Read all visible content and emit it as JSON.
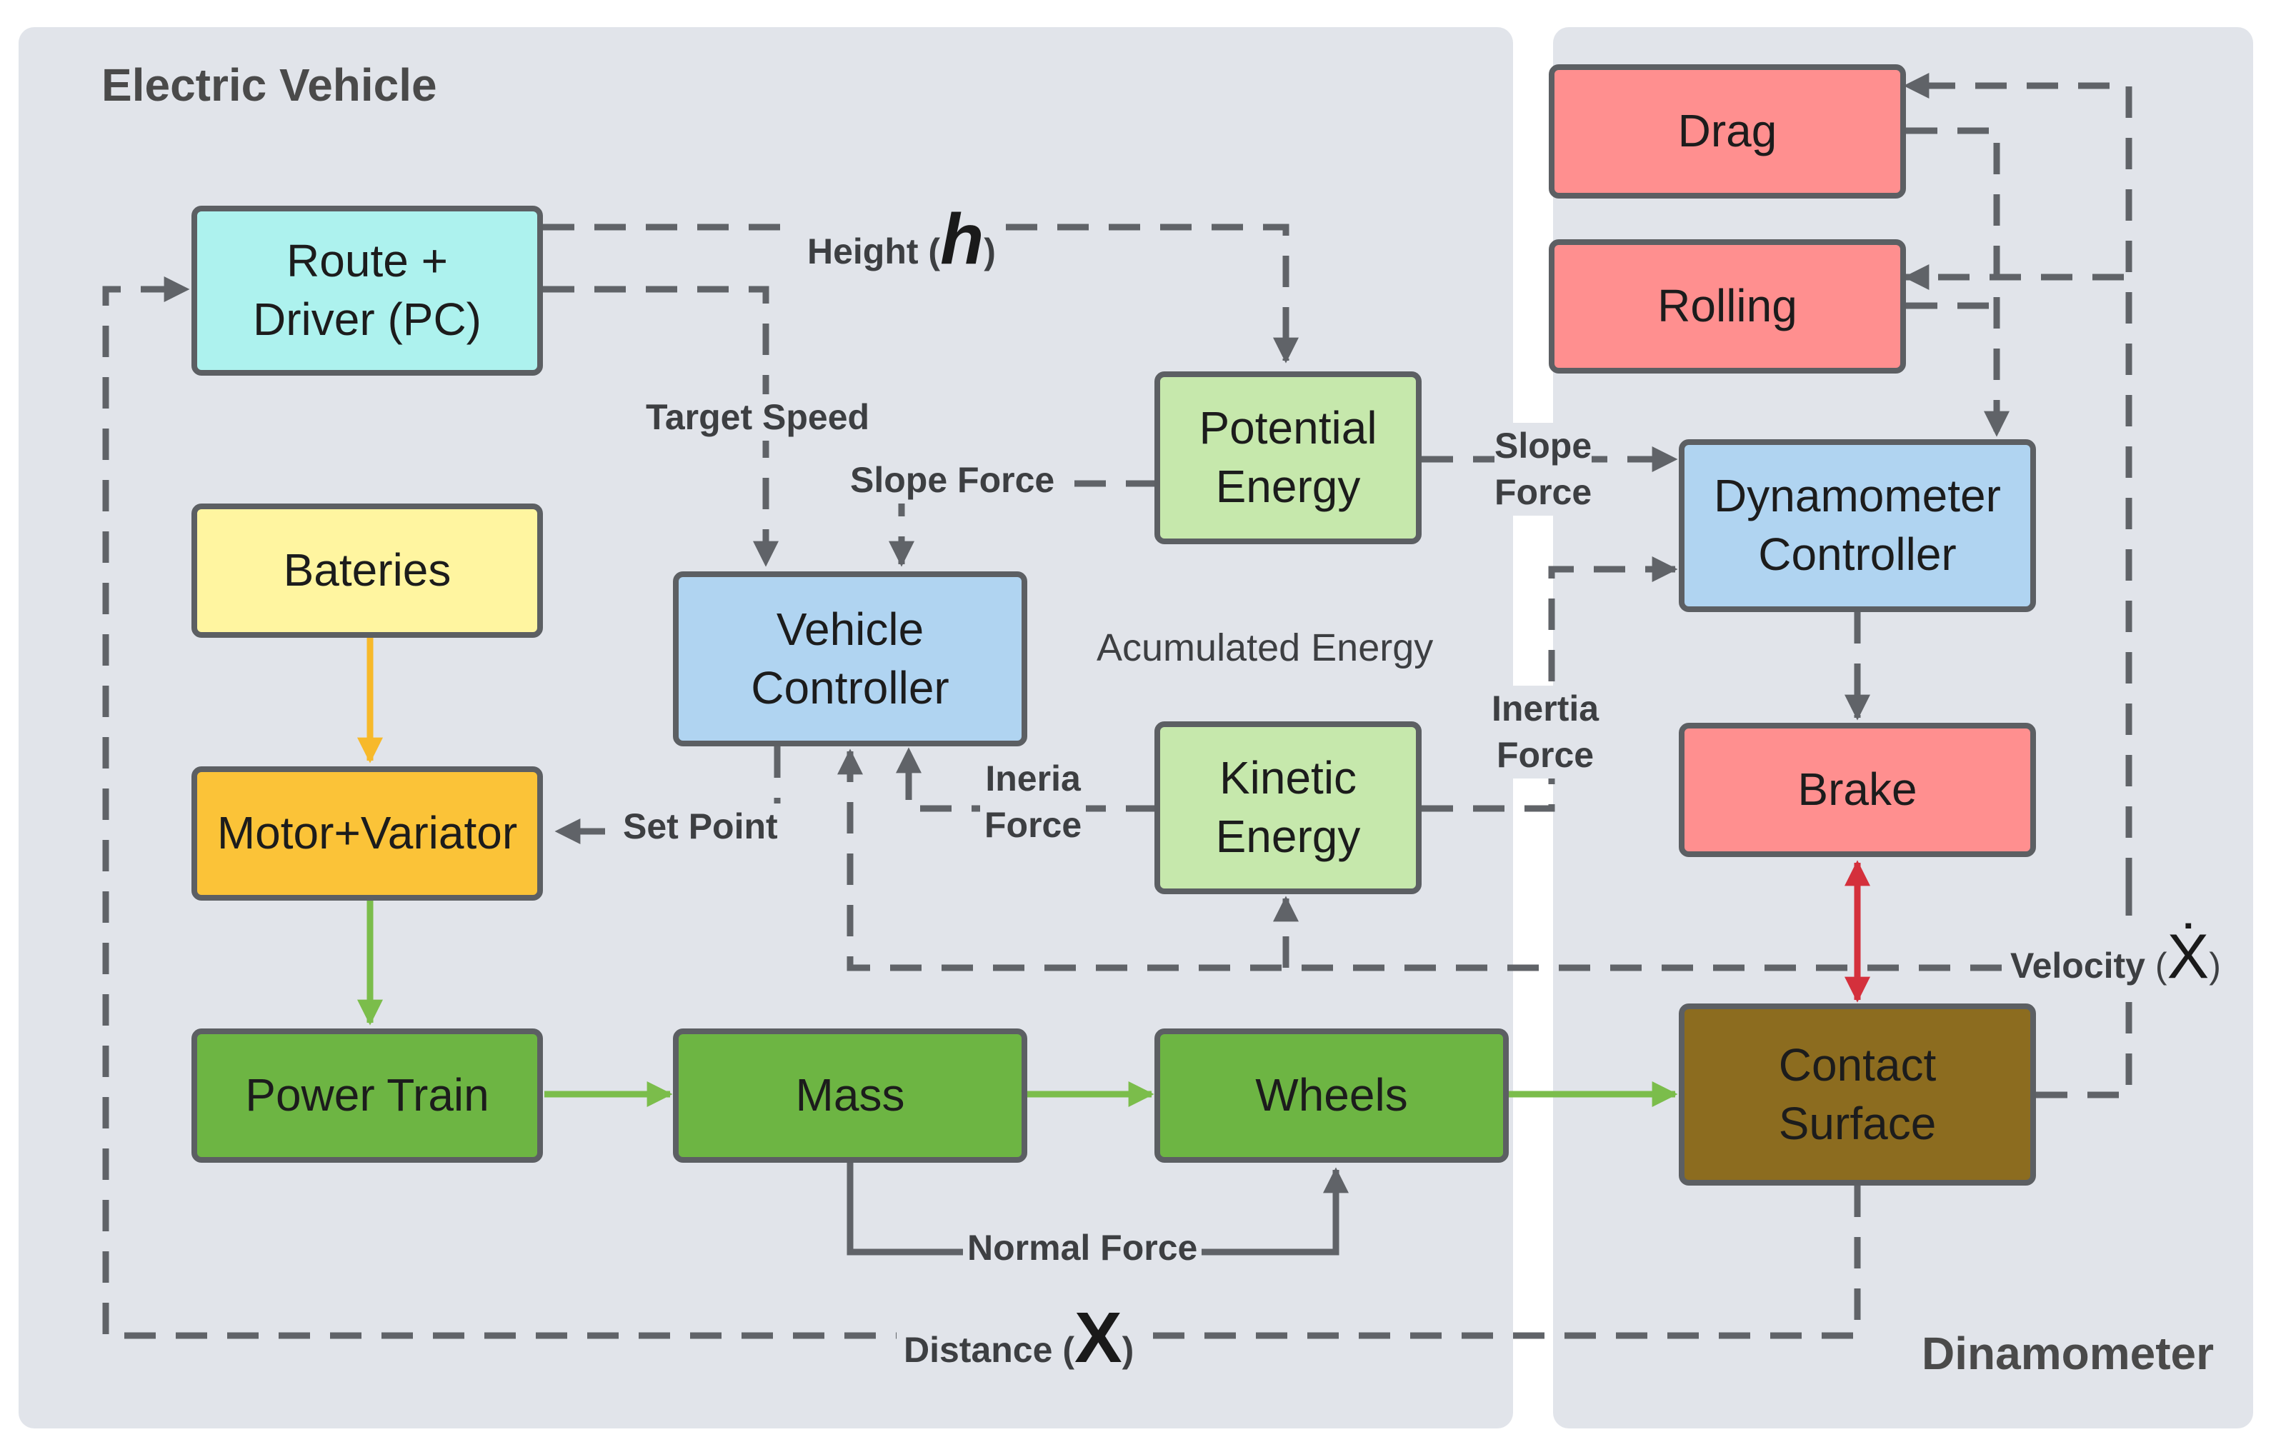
{
  "panels": {
    "electric_vehicle": "Electric Vehicle",
    "dynamometer": "Dinamometer"
  },
  "nodes": {
    "route_driver": "Route +\nDriver (PC)",
    "batteries": "Bateries",
    "motor_variator": "Motor+Variator",
    "power_train": "Power Train",
    "vehicle_controller": "Vehicle\nController",
    "mass": "Mass",
    "potential_energy": "Potential\nEnergy",
    "kinetic_energy": "Kinetic\nEnergy",
    "wheels": "Wheels",
    "drag": "Drag",
    "rolling": "Rolling",
    "dynamometer_controller": "Dynamometer\nController",
    "brake": "Brake",
    "contact_surface": "Contact\nSurface"
  },
  "labels": {
    "height": "Height (",
    "height_symbol": "h",
    "height_close": ")",
    "target_speed": "Target Speed",
    "slope_force_left": "Slope Force",
    "slope_force_right": "Slope\nForce",
    "accumulated_energy": "Acumulated Energy",
    "inertia_force_left": "Ineria\nForce",
    "inertia_force_right": "Inertia\nForce",
    "set_point": "Set Point",
    "velocity": "Velocity",
    "velocity_open": " (",
    "velocity_symbol": "Ẋ",
    "velocity_close": ")",
    "normal_force": "Normal Force",
    "distance": "Distance (",
    "distance_symbol": "X",
    "distance_close": ")"
  },
  "colors": {
    "panel": "#e1e4ea",
    "route_driver": "#adf2ee",
    "batteries": "#fff5a0",
    "motor_variator": "#fbc338",
    "green_block": "#6db543",
    "controller": "#b0d4f1",
    "energy": "#c6e8ac",
    "resistance": "#ff8f8f",
    "contact_surface": "#8c6c1f",
    "dashed_line": "#606368",
    "yellow_arrow": "#f7b92a",
    "green_arrow": "#7bbd4b",
    "red_arrow": "#d4303c"
  }
}
